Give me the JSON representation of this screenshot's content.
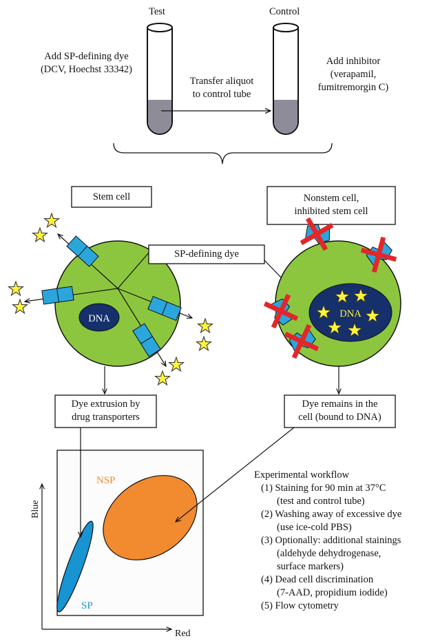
{
  "tubes": {
    "test_label": "Test",
    "control_label": "Control"
  },
  "steps": {
    "add_dye": [
      "Add SP-defining dye",
      "(DCV, Hoechst 33342)"
    ],
    "transfer": [
      "Transfer aliquot",
      "to control tube"
    ],
    "add_inhibitor": [
      "Add inhibitor",
      "(verapamil,",
      "fumitremorgin C)"
    ]
  },
  "boxes": {
    "stem_cell": "Stem cell",
    "nonstem_cell": [
      "Nonstem cell,",
      "inhibited stem cell"
    ],
    "sp_dye": "SP-defining dye",
    "dye_extrusion": [
      "Dye extrusion by",
      "drug transporters"
    ],
    "dye_remains": [
      "Dye remains in the",
      "cell (bound to DNA)"
    ]
  },
  "cells": {
    "stem_nucleus": "DNA",
    "nonstem_nucleus": "DNA"
  },
  "plot": {
    "nsp_label": "NSP",
    "sp_label": "SP",
    "x_axis": "Red",
    "y_axis": "Blue"
  },
  "workflow": {
    "title": "Experimental workflow",
    "steps": [
      [
        "(1) Staining for 90 min at 37°C",
        "(test and control tube)"
      ],
      [
        "(2) Washing away of excessive dye",
        "(use ice-cold PBS)"
      ],
      [
        "(3) Optionally: additional stainings",
        "(aldehyde dehydrogenase,",
        "surface markers)"
      ],
      [
        "(4) Dead cell discrimination",
        "(7-AAD, propidium iodide)"
      ],
      [
        "(5) Flow cytometry"
      ]
    ]
  },
  "colors": {
    "cell_green": "#8cc63f",
    "nucleus_navy": "#15306b",
    "transporter_blue": "#2ba6dc",
    "inhibitor_red": "#e3262a",
    "star_yellow": "#fff33b",
    "nsp_orange": "#f28a30",
    "sp_blue": "#1794d2",
    "tube_liquid": "#8e8c98"
  }
}
